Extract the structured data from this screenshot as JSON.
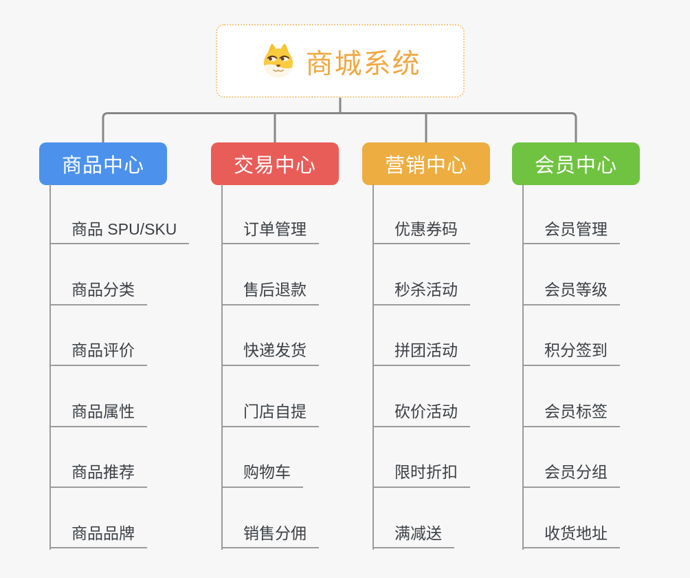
{
  "app": {
    "type": "mindmap",
    "background": "#f7f7f7"
  },
  "root": {
    "label": "商城系统",
    "icon": "doge-icon",
    "text_color": "#efa843",
    "border_color": "#f2c47e"
  },
  "branches": [
    {
      "label": "商品中心",
      "color": "#4c92ec",
      "children": [
        "商品 SPU/SKU",
        "商品分类",
        "商品评价",
        "商品属性",
        "商品推荐",
        "商品品牌"
      ]
    },
    {
      "label": "交易中心",
      "color": "#e95d59",
      "children": [
        "订单管理",
        "售后退款",
        "快递发货",
        "门店自提",
        "购物车",
        "销售分佣"
      ]
    },
    {
      "label": "营销中心",
      "color": "#edad41",
      "children": [
        "优惠券码",
        "秒杀活动",
        "拼团活动",
        "砍价活动",
        "限时折扣",
        "满减送"
      ]
    },
    {
      "label": "会员中心",
      "color": "#6fc341",
      "children": [
        "会员管理",
        "会员等级",
        "积分签到",
        "会员标签",
        "会员分组",
        "收货地址"
      ]
    }
  ],
  "colors": {
    "connector": "#878787",
    "leaf_line": "#9a9a9a",
    "leaf_text": "#3c4045"
  }
}
